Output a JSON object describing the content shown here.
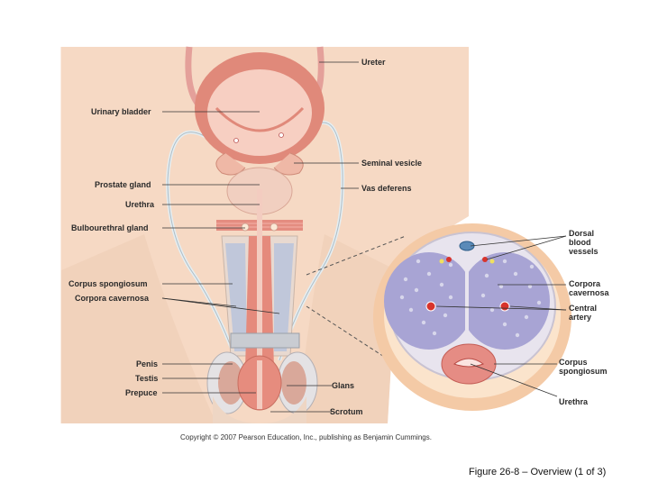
{
  "labels": {
    "ureter": "Ureter",
    "urinary_bladder": "Urinary bladder",
    "seminal_vesicle": "Seminal vesicle",
    "prostate_gland": "Prostate gland",
    "vas_deferens": "Vas deferens",
    "urethra": "Urethra",
    "bulbourethral_gland": "Bulbourethral gland",
    "corpus_spongiosum": "Corpus spongiosum",
    "corpora_cavernosa": "Corpora cavernosa",
    "penis": "Penis",
    "testis": "Testis",
    "prepuce": "Prepuce",
    "glans": "Glans",
    "scrotum": "Scrotum",
    "dorsal_blood_vessels": [
      "Dorsal",
      "blood",
      "vessels"
    ],
    "cross_corpora_cavernosa": [
      "Corpora",
      "cavernosa"
    ],
    "central_artery": [
      "Central",
      "artery"
    ],
    "cross_corpus_spongiosum": [
      "Corpus",
      "spongiosum"
    ],
    "cross_urethra": "Urethra"
  },
  "copyright": "Copyright © 2007 Pearson Education, Inc., publishing as Benjamin Cummings.",
  "caption": "Figure 26-8 – Overview (1 of 3)",
  "colors": {
    "skin": "#f6d9c4",
    "muscle": "#e0897a",
    "tissue_pink": "#f2b8a8",
    "cavernosa": "#a8a4d4",
    "tunica": "#e8e4ee",
    "spongiosum": "#e58c84",
    "vessel_red": "#d8342c",
    "leader": "#333333"
  }
}
